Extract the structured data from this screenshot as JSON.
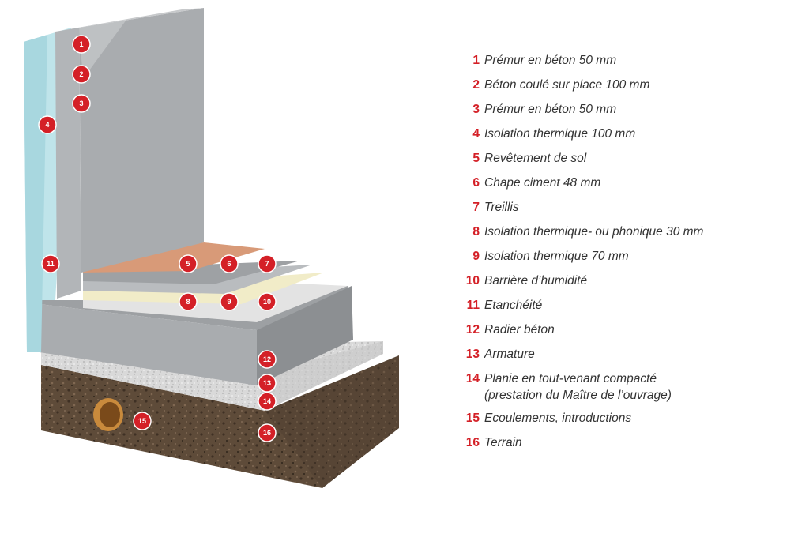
{
  "colors": {
    "marker": "#d42027",
    "number_text": "#d42027",
    "label_text": "#333333",
    "concrete": "#a9acaf",
    "insulation_blue": "#bfe4ea",
    "floor_finish": "#d89a78",
    "gravel": "#d7d7d7",
    "soil": "#5b4a39"
  },
  "markers": [
    {
      "number": "1"
    },
    {
      "number": "2"
    },
    {
      "number": "3"
    },
    {
      "number": "4"
    },
    {
      "number": "5"
    },
    {
      "number": "6"
    },
    {
      "number": "7"
    },
    {
      "number": "8"
    },
    {
      "number": "9"
    },
    {
      "number": "10"
    },
    {
      "number": "11"
    },
    {
      "number": "12"
    },
    {
      "number": "13"
    },
    {
      "number": "14"
    },
    {
      "number": "15"
    },
    {
      "number": "16"
    }
  ],
  "legend": [
    {
      "number": "1",
      "label": "Prémur en béton 50 mm"
    },
    {
      "number": "2",
      "label": "Béton coulé sur place 100 mm"
    },
    {
      "number": "3",
      "label": "Prémur en béton 50 mm"
    },
    {
      "number": "4",
      "label": "Isolation thermique 100 mm"
    },
    {
      "number": "5",
      "label": "Revêtement de sol"
    },
    {
      "number": "6",
      "label": "Chape ciment 48 mm"
    },
    {
      "number": "7",
      "label": "Treillis"
    },
    {
      "number": "8",
      "label": "Isolation thermique- ou phonique 30 mm"
    },
    {
      "number": "9",
      "label": "Isolation thermique 70 mm"
    },
    {
      "number": "10",
      "label": "Barrière d’humidité"
    },
    {
      "number": "11",
      "label": "Etanchéité"
    },
    {
      "number": "12",
      "label": "Radier béton"
    },
    {
      "number": "13",
      "label": "Armature"
    },
    {
      "number": "14",
      "label": "Planie en tout-venant compacté",
      "label2": "(prestation du Maître de l’ouvrage)"
    },
    {
      "number": "15",
      "label": "Ecoulements, introductions"
    },
    {
      "number": "16",
      "label": "Terrain"
    }
  ]
}
